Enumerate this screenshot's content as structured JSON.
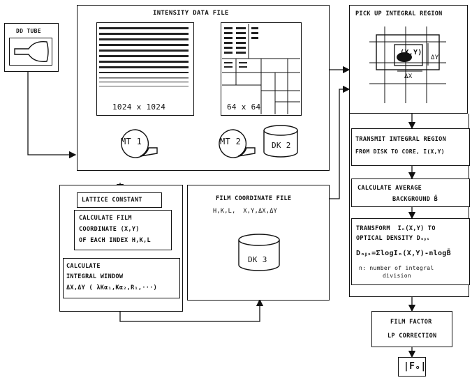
{
  "dd_tube": {
    "label": "DD TUBE"
  },
  "intensity_file": {
    "title": "INTENSITY DATA FILE",
    "left_size": "1024 x 1024",
    "right_size": "64 x 64",
    "mt1": "MT 1",
    "mt2": "MT 2",
    "dk2": "DK 2"
  },
  "pick_up": {
    "title": "PICK UP INTEGRAL REGION",
    "xy": "(X,Y)",
    "dy": "ΔY",
    "dx": "ΔX"
  },
  "transmit": {
    "line1": "TRANSMIT INTEGRAL REGION",
    "line2": "FROM DISK TO CORE, I(X,Y)"
  },
  "average": {
    "line1": "CALCULATE AVERAGE",
    "line2": "BACKGROUND B̄"
  },
  "transform": {
    "line1": "TRANSFORM  Iₙ(X,Y) TO",
    "line2": "OPTICAL DENSITY Dₒᵦₛ",
    "formula": "Dₒᵦₛ=ΣlogIₙ(X,Y)-nlogB̄",
    "note1": "n: number of integral",
    "note2": "division"
  },
  "film_factor": {
    "line1": "FILM FACTOR",
    "line2": "LP CORRECTION"
  },
  "result": {
    "label": "|Fₒ|"
  },
  "lattice": {
    "title": "LATTICE CONSTANT",
    "calc1_l1": "CALCULATE FILM",
    "calc1_l2": "COORDINATE (X,Y)",
    "calc1_l3": "OF EACH INDEX H,K,L",
    "calc2_l1": "CALCULATE",
    "calc2_l2": "INTEGRAL WINDOW",
    "calc2_l3": "ΔX,ΔY ( λKα₁,Kα₂,R₁,···)"
  },
  "film_coord": {
    "title": "FILM COORDINATE FILE",
    "fields": "H,K,L,  X,Y,ΔX,ΔY",
    "dk3": "DK 3"
  }
}
